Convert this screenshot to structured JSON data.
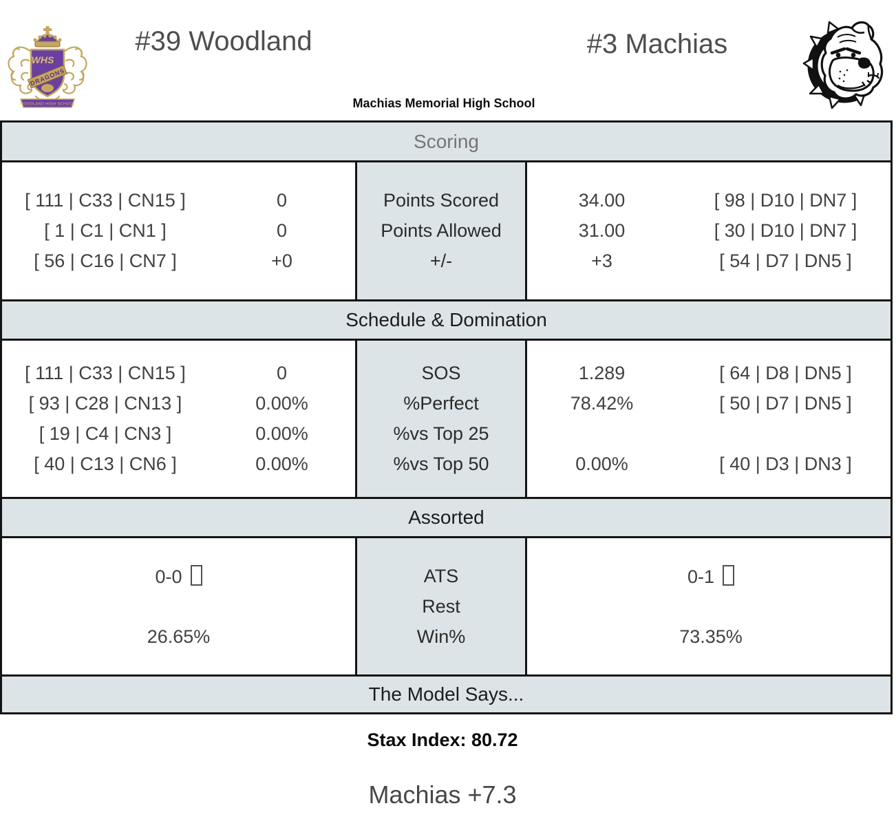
{
  "header": {
    "left_team": "#39 Woodland",
    "right_team": "#3 Machias",
    "school_subtitle": "Machias Memorial High School",
    "left_logo": "woodland-dragons-crest",
    "right_logo": "machias-bulldogs-head"
  },
  "logo_text": {
    "monogram": "WHS",
    "banner": "DRAGONS",
    "ribbon": "WOODLAND HIGH SCHOOL"
  },
  "colors": {
    "section_bar_bg": "#dde4e7",
    "border": "#141414",
    "scoring_title": "#757575",
    "data_text": "#414141",
    "crest_purple": "#6b3fa0",
    "crest_gold": "#c5a75f"
  },
  "scoring": {
    "title": "Scoring",
    "rows": [
      {
        "left_bracket": "[ 111 | C33 | CN15 ]",
        "left_value": "0",
        "label": "Points Scored",
        "right_value": "34.00",
        "right_bracket": "[ 98 | D10 | DN7 ]"
      },
      {
        "left_bracket": "[ 1 | C1 | CN1 ]",
        "left_value": "0",
        "label": "Points Allowed",
        "right_value": "31.00",
        "right_bracket": "[ 30 | D10 | DN7 ]"
      },
      {
        "left_bracket": "[ 56 | C16 | CN7 ]",
        "left_value": "+0",
        "label": "+/-",
        "right_value": "+3",
        "right_bracket": "[ 54 | D7 | DN5 ]"
      }
    ]
  },
  "schedule": {
    "title": "Schedule & Domination",
    "rows": [
      {
        "left_bracket": "[ 111 | C33 | CN15 ]",
        "left_value": "0",
        "label": "SOS",
        "right_value": "1.289",
        "right_bracket": "[ 64 | D8 | DN5 ]"
      },
      {
        "left_bracket": "[ 93 | C28 | CN13 ]",
        "left_value": "0.00%",
        "label": "%Perfect",
        "right_value": "78.42%",
        "right_bracket": "[ 50 | D7 | DN5 ]"
      },
      {
        "left_bracket": "[ 19 | C4 | CN3 ]",
        "left_value": "0.00%",
        "label": "%vs Top 25",
        "right_value": "",
        "right_bracket": ""
      },
      {
        "left_bracket": "[ 40 | C13 | CN6 ]",
        "left_value": "0.00%",
        "label": "%vs Top 50",
        "right_value": "0.00%",
        "right_bracket": "[ 40 | D3 | DN3 ]"
      }
    ]
  },
  "assorted": {
    "title": "Assorted",
    "rows": [
      {
        "left_value": "0-0",
        "left_glyph_box": true,
        "label": "ATS",
        "right_value": "0-1",
        "right_glyph_box": true
      },
      {
        "left_value": "",
        "left_glyph_box": false,
        "label": "Rest",
        "right_value": "",
        "right_glyph_box": false
      },
      {
        "left_value": "26.65%",
        "left_glyph_box": false,
        "label": "Win%",
        "right_value": "73.35%",
        "right_glyph_box": false
      }
    ]
  },
  "model": {
    "title": "The Model Says...",
    "stax_index": "Stax Index: 80.72",
    "prediction": "Machias +7.3"
  }
}
